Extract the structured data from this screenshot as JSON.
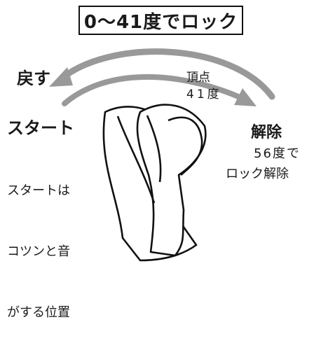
{
  "title": "0～41度でロック",
  "arrow_left_label": "戻す",
  "peak": {
    "line1": "頂点",
    "line2": "41度"
  },
  "start": {
    "label": "スタート",
    "description": [
      "スタートは",
      "コツンと音",
      "がする位置"
    ]
  },
  "release": {
    "label": "解除",
    "line1": "56度で",
    "line2": "ロック解除"
  },
  "colors": {
    "arrow": "#999999",
    "outline": "#111111"
  },
  "icons": [
    "curved-arrow-left",
    "curved-arrow-right",
    "twisted-part-illustration"
  ]
}
